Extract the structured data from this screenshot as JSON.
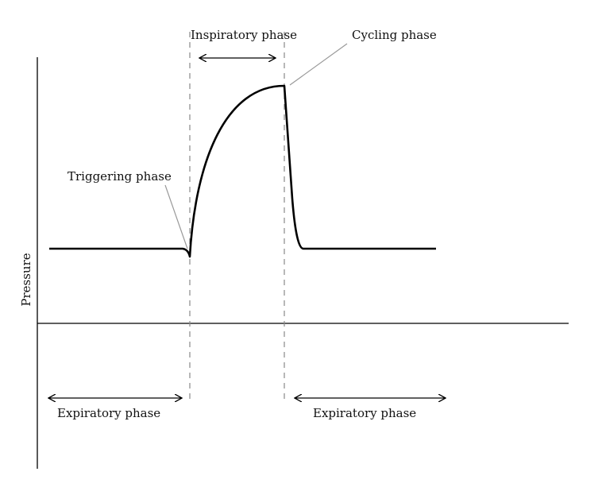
{
  "axis": {
    "y_label": "Pressure"
  },
  "labels": {
    "inspiratory": "Inspiratory phase",
    "cycling": "Cycling phase",
    "triggering": "Triggering phase",
    "expiratory_left": "Expiratory phase",
    "expiratory_right": "Expiratory phase"
  },
  "colors": {
    "curve": "#000000",
    "dashed": "#888888",
    "leader": "#999999"
  }
}
